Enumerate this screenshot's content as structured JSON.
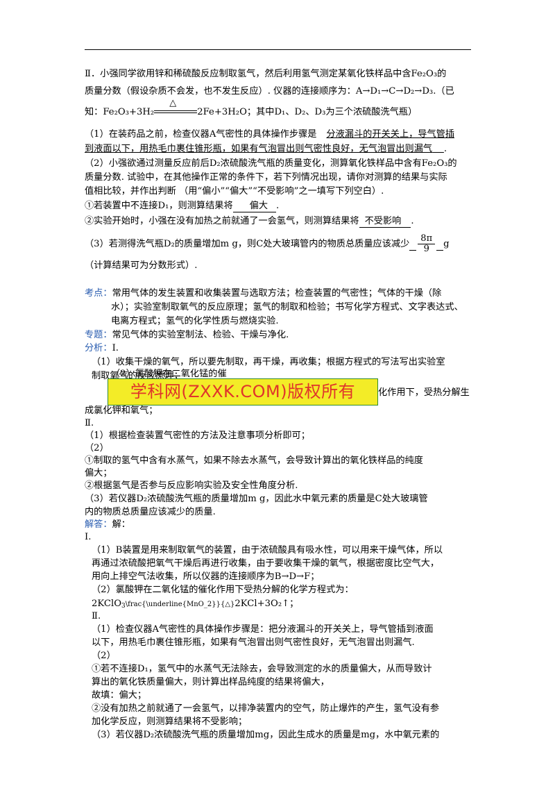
{
  "part2": {
    "line1": "Ⅱ．小强同学欲用锌和稀硫酸反应制取氢气，然后利用氢气测定某氧化铁样品中含Fe₂O₃的",
    "line2": "质量分数（假设杂质不会发，也不发生反应）. 仪器的连接顺序为：A→D₁→C→D₂→D₃.（已",
    "line3_pre": "知：Fe₂O₃+3H₂",
    "line3_cond": "△",
    "line3_post": "2Fe+3H₂O；其中D₁、D₂、D₃为三个浓硫酸洗气瓶）",
    "q1_pre": "（1）在装药品之前，检查仪器A气密性的具体操作步骤是",
    "q1_ans1": "分液漏斗的开关关上，导气管插",
    "q1_ans2": "到液面以下，用热毛巾裹住锥形瓶，如果有气泡冒出则气密性良好，无气泡冒出则漏气",
    "q1_end": ".",
    "q2_l1": "（2）小强欲通过测量反应前后D₂浓硫酸洗气瓶的质量变化，测算氧化铁样品中含有Fe₂O₃的",
    "q2_l2": "质量分数. 试验中，在其他操作正常的条件下，若下列情况出现，请你对测算的结果与实际",
    "q2_l3": "值相比较，并作出判断 （用“偏小”“偏大”“不受影响”之一填写下列空白）.",
    "q2a_pre": "①若装置中不连接D₁，则测算结果将",
    "q2a_ans": "偏大",
    "q2a_end": ".",
    "q2b_pre": "②实验开始时，小强在没有加热之前就通了一会氢气，则测算结果将",
    "q2b_ans": "不受影响",
    "q2b_end": ".",
    "q3_pre": "（3）若测得洗气瓶D₂的质量增加m g，则C处大玻璃管内的物质总质量应该减少",
    "q3_num": "8π",
    "q3_den": "9",
    "q3_unit": "g",
    "q3_l2": "（计算结果可为分数形式）."
  },
  "kaodian": {
    "label": "考点：",
    "l1": "常用气体的发生装置和收集装置与选取方法；检查装置的气密性；气体的干燥（除",
    "l2": "水）；实验室制取氧气的反应原理；氢气的制取和检验；书写化学方程式、文字表达式、",
    "l3": "电离方程式；氢气的化学性质与燃烧实验."
  },
  "zhuanti": {
    "label": "专题：",
    "text": "常见气体的实验室制法、检验、干燥与净化."
  },
  "fenxi": {
    "label": "分析：",
    "l0": "Ⅰ.",
    "l1": "（1）收集干燥的氧气，所以要先制取，再干燥，再收集；根据方程式的写法写出实验室",
    "l2": "制取氧气的反应原理；",
    "l3": "（2）氯酸钾在二氧化锰的催",
    "watermark": "学科网(ZXXK.COM)版权所有",
    "l4_post": "化作用下，受热分解生",
    "l5": "成氯化钾和氧气；",
    "l6": "Ⅱ.",
    "l7": "（1）根据检查装置气密性的方法及注意事项分析即可；",
    "l8": "（2）",
    "l9": "①制取的氢气中含有水蒸气，如果不除去水蒸气，会导致计算出的氧化铁样品的纯度",
    "l10": "偏大；",
    "l11": "②根据氢气是否参与反应影响实验及安全性角度分析.",
    "l12": "（3）若仪器D₂浓硫酸洗气瓶的质量增加m g，因此水中氧元素的质量是C处大玻璃管",
    "l13": "内的物质总质量应该减少的质量."
  },
  "jieda": {
    "label": "解答：",
    "l0": "解：",
    "l1": "Ⅰ.",
    "l2": "（1）B装置是用来制取氧气的装置，由于浓硫酸具有吸水性，可以用来干燥气体，所以",
    "l3": "再通过浓硫酸把氧气干燥后再进行收集，由于要收集干燥的氧气，根据密度比空气大，",
    "l4": "用向上排空气法收集，所以仪器的连接顺序为B→D→F；",
    "l5": "（2）氯酸钾在二氧化锰的催化作用下受热分解的化学方程式为：",
    "l6_pre": "2KClO",
    "l6_sub": "3",
    "l6_raw": "\\frac{\\underline{MnO_2}}{△}",
    "l6_post": "2KCl+3O₂↑；",
    "l7": "Ⅱ.",
    "l8": "（1）检查仪器A气密性的具体操作步骤是：把分液漏斗的开关关上，导气管插到液面",
    "l9": "以下，用热毛巾裹住锥形瓶，如果有气泡冒出则气密性良好，无气泡冒出则漏气.",
    "l10": "（2）",
    "l11": "①若不连接D₁，氢气中的水蒸气无法除去，会导致测定的水的质量偏大，从而导致计",
    "l12": "算出的氧化铁质量偏大，则计算出样品纯度的结果将偏大，",
    "l13": "故填：偏大；",
    "l14": "②没有加热之前就通了一会氢气，以排净装置内的空气，防止爆炸的产生，氢气没有参",
    "l15": "加化学反应，则测算结果将不受影响；",
    "l16": "（3）若仪器D₂浓硫酸洗气瓶的质量增加mg，因此生成水的质量是mg，水中氧元素的"
  }
}
